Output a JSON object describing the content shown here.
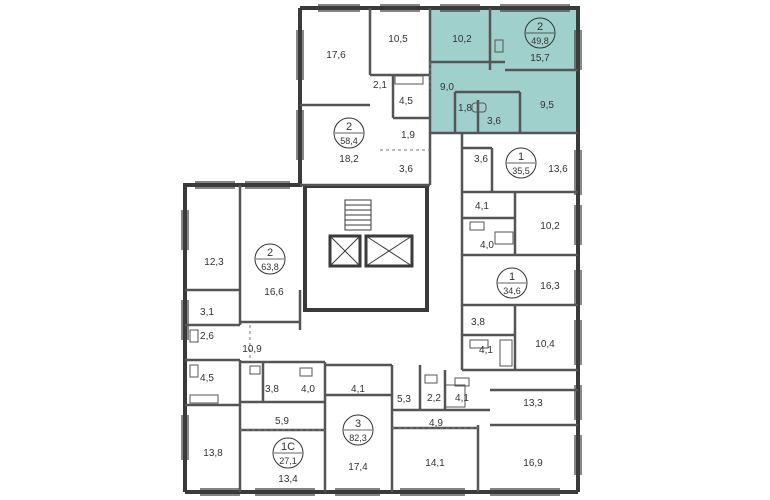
{
  "colors": {
    "wall": "#3a3a3a",
    "thin_wall": "#555555",
    "highlight": "#9fd0cc",
    "background": "#ffffff",
    "text": "#333333"
  },
  "apartments": [
    {
      "rooms": "2",
      "area": "49,8",
      "highlighted": true
    },
    {
      "rooms": "2",
      "area": "58,4",
      "highlighted": false
    },
    {
      "rooms": "1",
      "area": "35,5",
      "highlighted": false
    },
    {
      "rooms": "2",
      "area": "63,8",
      "highlighted": false
    },
    {
      "rooms": "1",
      "area": "34,6",
      "highlighted": false
    },
    {
      "rooms": "3",
      "area": "82,3",
      "highlighted": false
    },
    {
      "rooms": "1С",
      "area": "27,1",
      "highlighted": false
    }
  ],
  "rooms": [
    "17,6",
    "10,5",
    "10,2",
    "15,7",
    "9,0",
    "1,8",
    "3,6",
    "9,5",
    "2,1",
    "4,5",
    "1,9",
    "18,2",
    "3,6",
    "3,6",
    "13,6",
    "4,1",
    "10,2",
    "4,0",
    "12,3",
    "16,6",
    "3,1",
    "2,6",
    "4,5",
    "10,9",
    "16,3",
    "3,8",
    "10,4",
    "4,1",
    "3,8",
    "4,0",
    "4,1",
    "5,3",
    "2,2",
    "4,1",
    "13,3",
    "5,9",
    "4,9",
    "13,8",
    "17,4",
    "14,1",
    "16,9",
    "13,4"
  ]
}
